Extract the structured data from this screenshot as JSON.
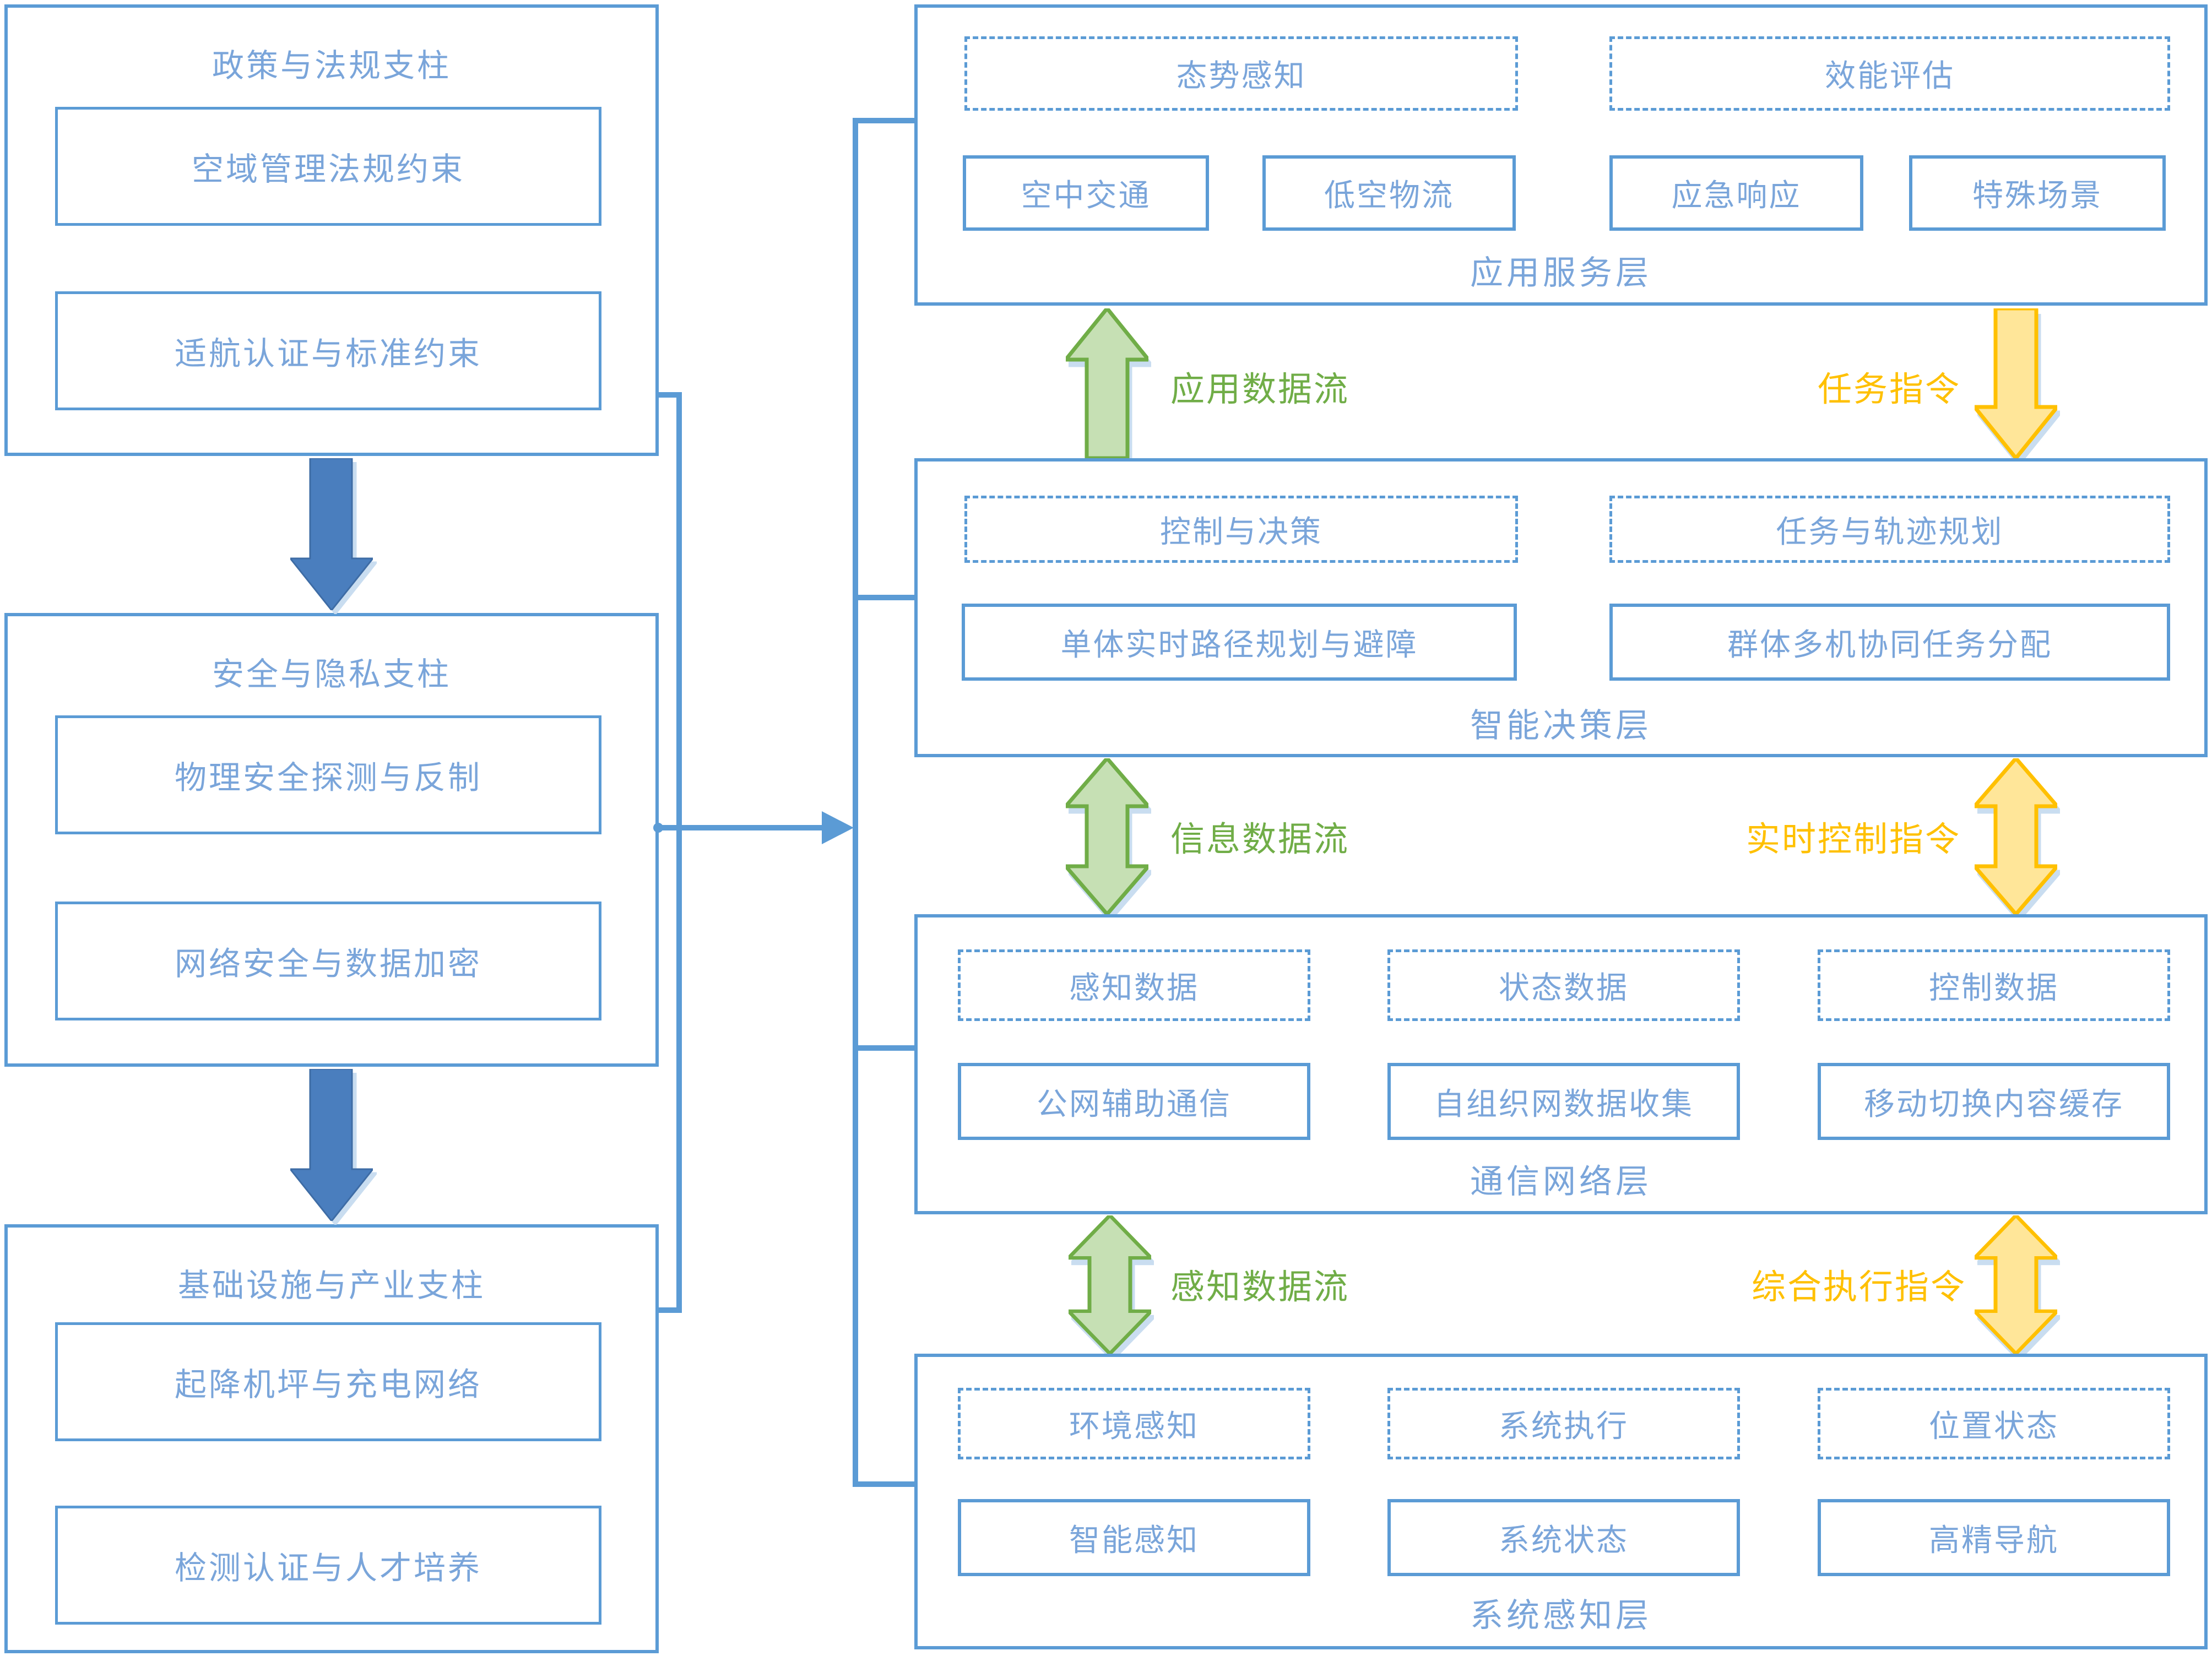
{
  "pillars": [
    {
      "title": "政策与法规支柱",
      "items": [
        "空域管理法规约束",
        "适航认证与标准约束"
      ]
    },
    {
      "title": "安全与隐私支柱",
      "items": [
        "物理安全探测与反制",
        "网络安全与数据加密"
      ]
    },
    {
      "title": "基础设施与产业支柱",
      "items": [
        "起降机坪与充电网络",
        "检测认证与人才培养"
      ]
    }
  ],
  "layers": [
    {
      "label": "应用服务层",
      "dashed": [
        "态势感知",
        "效能评估"
      ],
      "solid": [
        "空中交通",
        "低空物流",
        "应急响应",
        "特殊场景"
      ]
    },
    {
      "label": "智能决策层",
      "dashed": [
        "控制与决策",
        "任务与轨迹规划"
      ],
      "solid": [
        "单体实时路径规划与避障",
        "群体多机协同任务分配"
      ]
    },
    {
      "label": "通信网络层",
      "dashed": [
        "感知数据",
        "状态数据",
        "控制数据"
      ],
      "solid": [
        "公网辅助通信",
        "自组织网数据收集",
        "移动切换内容缓存"
      ]
    },
    {
      "label": "系统感知层",
      "dashed": [
        "环境感知",
        "系统执行",
        "位置状态"
      ],
      "solid": [
        "智能感知",
        "系统状态",
        "高精导航"
      ]
    }
  ],
  "flows": [
    {
      "data_label": "应用数据流",
      "command_label": "任务指令"
    },
    {
      "data_label": "信息数据流",
      "command_label": "实时控制指令"
    },
    {
      "data_label": "感知数据流",
      "command_label": "综合执行指令"
    }
  ],
  "colors": {
    "box_border": "#5B9BD5",
    "box_text": "#7AA5DA",
    "pillar_arrow": "#4A7EBE",
    "green_fill": "#C6E0B4",
    "green_stroke": "#70AD47",
    "yellow_fill": "#FFE699",
    "yellow_stroke": "#FFC000",
    "shadow": "#C9DDF0"
  }
}
